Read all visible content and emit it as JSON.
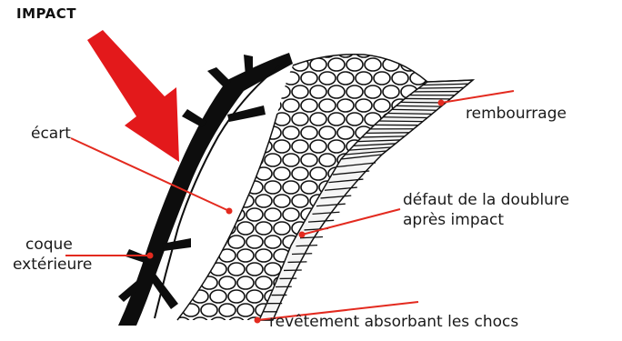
{
  "title": "IMPACT",
  "labels": {
    "ecart": "écart",
    "coque_line1": "coque",
    "coque_line2": "extérieure",
    "rembourrage": "rembourrage",
    "defaut_line1": "défaut de la doublure",
    "defaut_line2": "après impact",
    "revetement": "revêtement absorbant les chocs"
  },
  "colors": {
    "arrow": "#e3191b",
    "leader": "#e32a1f",
    "shell": "#0d0d0d",
    "padding_fill": "#f5f5f5",
    "stripe": "#111111"
  },
  "icons": {
    "impact": "red-arrow",
    "shell": "black-shell-crack"
  }
}
